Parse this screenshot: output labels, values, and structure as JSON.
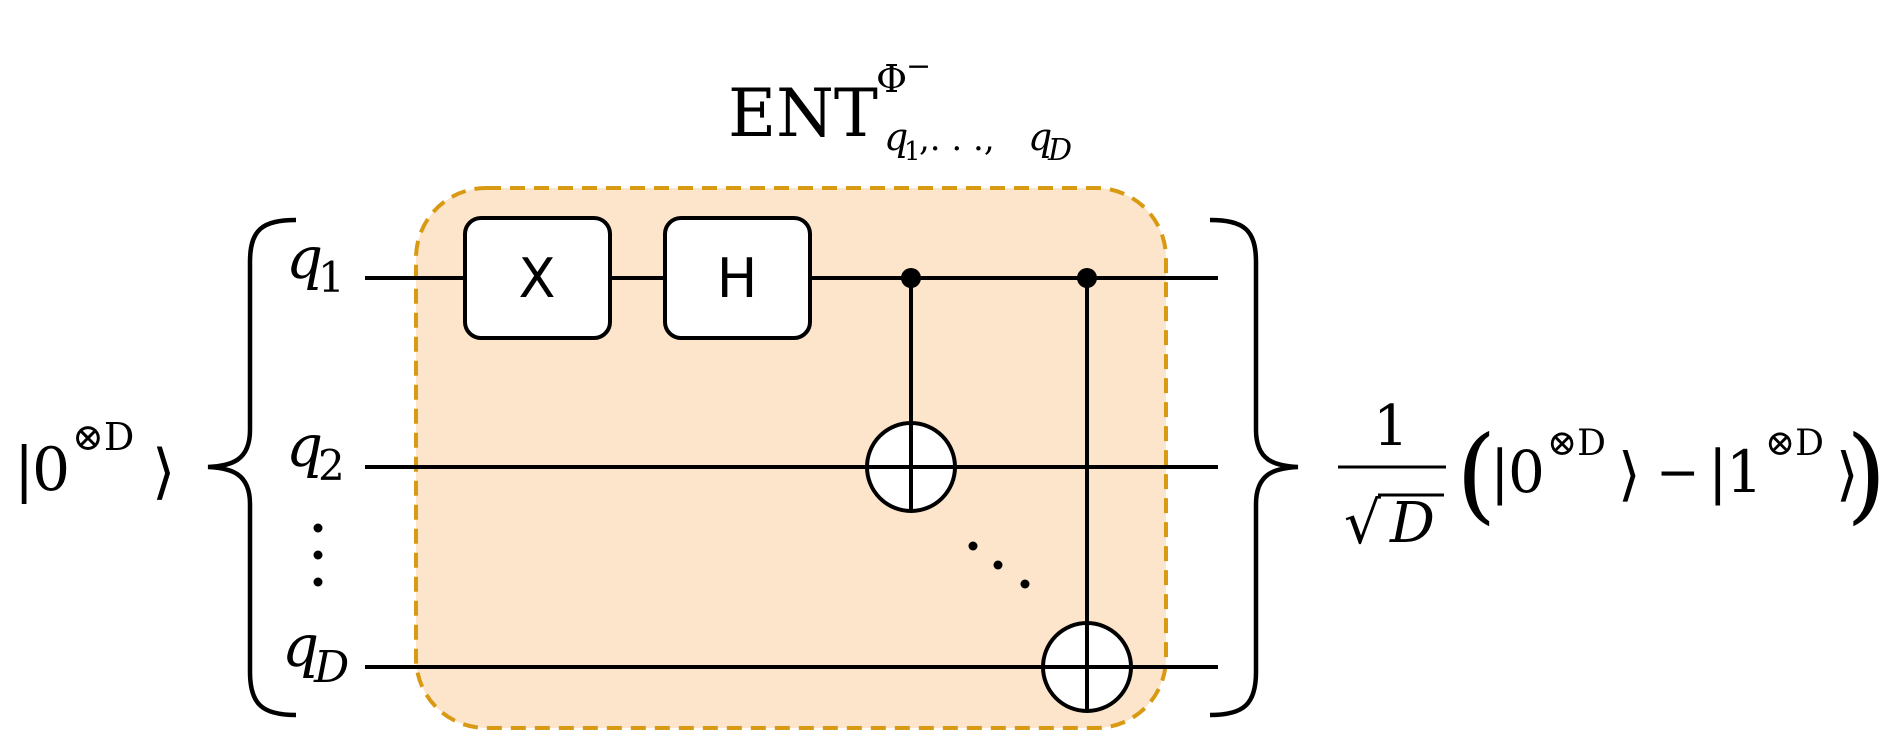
{
  "block": {
    "title_main": "ENT",
    "title_sup": "Φ",
    "title_sup_sign": "−",
    "title_sub": "q",
    "title_sub_1": "1",
    "title_sub_dots": ",. . .,",
    "title_sub_D": "D",
    "fill_color": "#fde5cc",
    "border_color": "#d99a13"
  },
  "qubits": [
    {
      "name": "q",
      "index": "1"
    },
    {
      "name": "q",
      "index": "2"
    },
    {
      "name": "q",
      "index": "D"
    }
  ],
  "vdots": "⋮",
  "ddots": "⋱",
  "gates": [
    {
      "label": "X"
    },
    {
      "label": "H"
    }
  ],
  "input_state": {
    "bar": "|",
    "digit": "0",
    "sup": "⊗D",
    "ket": "⟩"
  },
  "output_state": {
    "numerator": "1",
    "sqrt": "√",
    "denominator": "D",
    "open_paren": "(",
    "ket0_bar": "|",
    "ket0_digit": "0",
    "ket0_sup": "⊗D",
    "ket0_close": "⟩",
    "minus": "−",
    "ket1_bar": "|",
    "ket1_digit": "1",
    "ket1_sup": "⊗D",
    "ket1_close": "⟩",
    "close_paren": ")"
  }
}
